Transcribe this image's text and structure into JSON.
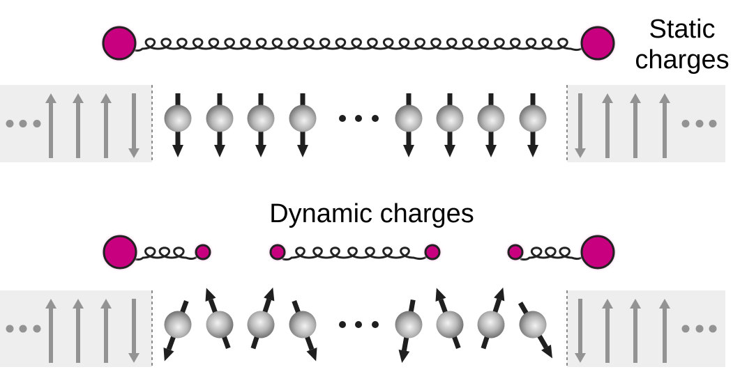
{
  "labels": {
    "static": [
      "Static",
      "charges"
    ],
    "dynamic": "Dynamic charges"
  },
  "colors": {
    "charge_fill": "#c8007f",
    "outline": "#222222",
    "bath_bg": "#eeeeee",
    "bath_arrow": "#939393",
    "boundary": "#8a8a8a",
    "spin_arrow": "#1f1f1f"
  },
  "panels": [
    {
      "id": "static",
      "charges": [
        {
          "size": "large",
          "side": "left"
        },
        {
          "size": "large",
          "side": "right"
        }
      ],
      "strings": [
        {
          "from": 0,
          "to": 1,
          "loops": 27
        }
      ],
      "left_bath": {
        "ellipsis": true,
        "spins": [
          "up",
          "up",
          "up",
          "down"
        ]
      },
      "right_bath": {
        "ellipsis": true,
        "spins": [
          "down",
          "up",
          "up",
          "up"
        ]
      },
      "chain": {
        "left_spins_deg": [
          180,
          180,
          180,
          180
        ],
        "right_spins_deg": [
          180,
          180,
          180,
          180
        ],
        "ellipsis": true
      }
    },
    {
      "id": "dynamic",
      "charges": [
        {
          "size": "large",
          "side": "left"
        },
        {
          "size": "small"
        },
        {
          "size": "small"
        },
        {
          "size": "small"
        },
        {
          "size": "small"
        },
        {
          "size": "large",
          "side": "right"
        }
      ],
      "strings": [
        {
          "from": 0,
          "to": 1,
          "loops": 3
        },
        {
          "from": 2,
          "to": 3,
          "loops": 7
        },
        {
          "from": 4,
          "to": 5,
          "loops": 3
        }
      ],
      "left_bath": {
        "ellipsis": true,
        "spins": [
          "up",
          "up",
          "up",
          "down"
        ]
      },
      "right_bath": {
        "ellipsis": true,
        "spins": [
          "down",
          "up",
          "up",
          "up"
        ]
      },
      "chain": {
        "left_spins_deg": [
          200,
          -20,
          18,
          160
        ],
        "right_spins_deg": [
          190,
          -20,
          18,
          150
        ],
        "ellipsis": true
      }
    }
  ]
}
